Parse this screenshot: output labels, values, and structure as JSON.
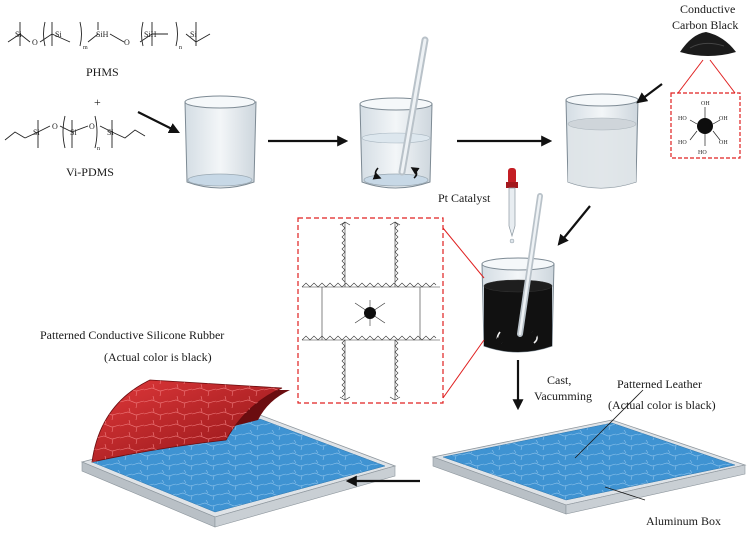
{
  "labels": {
    "phms": "PHMS",
    "plus": "+",
    "vi_pdms": "Vi-PDMS",
    "conductive_carbon_black_line1": "Conductive",
    "conductive_carbon_black_line2": "Carbon Black",
    "pt_catalyst": "Pt Catalyst",
    "cast_line1": "Cast,",
    "cast_line2": "Vacumming",
    "silicone_rubber_line1": "Patterned Conductive Silicone Rubber",
    "silicone_rubber_line2": "(Actual color is black)",
    "leather_line1": "Patterned Leather",
    "leather_line2": "(Actual color is black)",
    "aluminum_box": "Aluminum Box"
  },
  "chem": {
    "si": "Si",
    "sih": "SiH",
    "o": "O",
    "oh": "OH",
    "ho": "HO",
    "m": "m",
    "n": "n"
  },
  "colors": {
    "rubber_red": "#c8262b",
    "leather_blue": "#3f93d2",
    "aluminum": "#d9dde1",
    "highlight_dash": "#e02020",
    "black_mixture": "#111111",
    "beaker_glass": "#e6edf2"
  }
}
